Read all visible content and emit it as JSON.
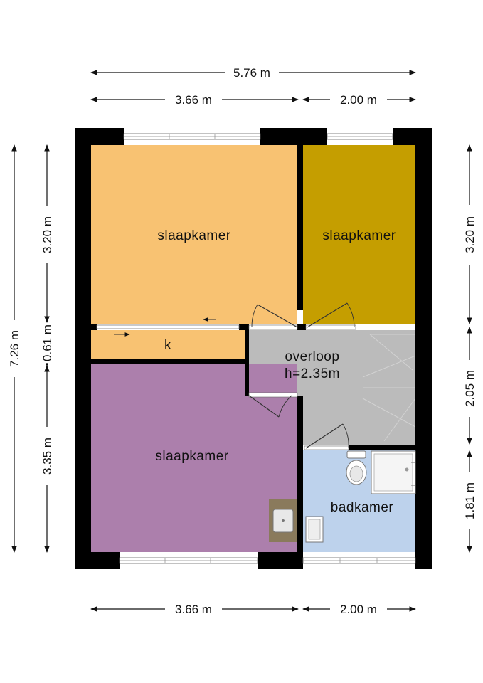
{
  "dimensions": {
    "top_total": "5.76 m",
    "top_left": "3.66 m",
    "top_right": "2.00 m",
    "bottom_left": "3.66 m",
    "bottom_right": "2.00 m",
    "left_total": "7.26 m",
    "left_upper": "3.20 m",
    "left_middle": "0.61 m",
    "left_lower": "3.35 m",
    "right_upper": "3.20 m",
    "right_middle": "2.05 m",
    "right_lower": "1.81 m"
  },
  "rooms": {
    "bedroom_top_left": {
      "label": "slaapkamer",
      "color": "#F8C272"
    },
    "bedroom_top_right": {
      "label": "slaapkamer",
      "color": "#C59E00"
    },
    "closet": {
      "label": "k",
      "color": "#F8C272"
    },
    "landing": {
      "label": "overloop",
      "height_label": "h=2.35m",
      "color": "#BBBBBB"
    },
    "bedroom_bottom_left": {
      "label": "slaapkamer",
      "color": "#AC7FAC"
    },
    "bathroom": {
      "label": "badkamer",
      "color": "#BDD2EC"
    }
  },
  "wall_color": "#000000"
}
